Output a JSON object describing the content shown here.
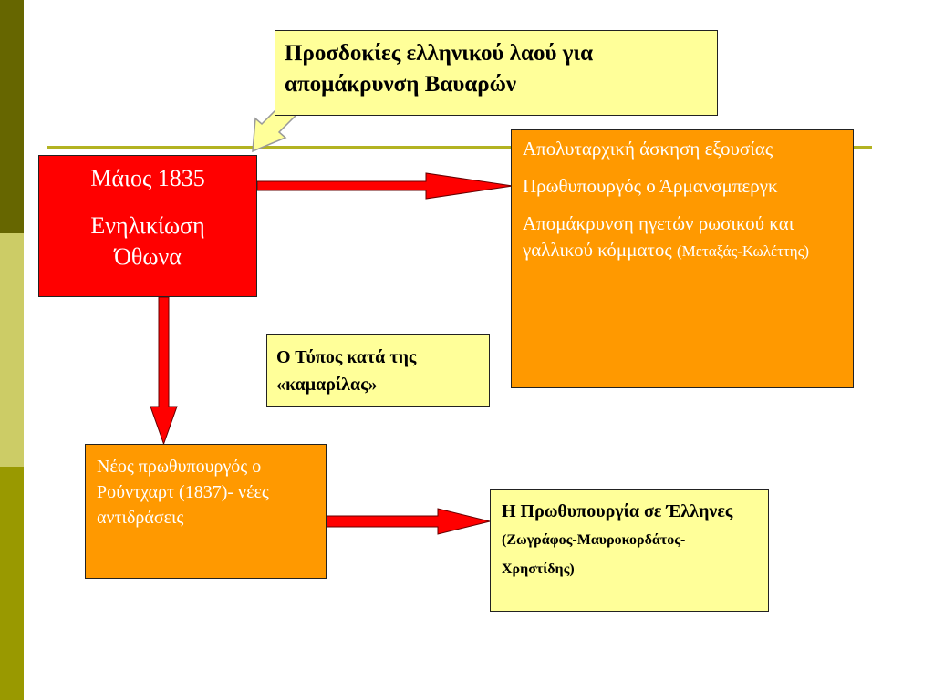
{
  "colors": {
    "band_dark": "#666600",
    "band_light": "#cccc66",
    "band_olive": "#999900",
    "rule": "#b3b322",
    "red": "#ff0000",
    "orange": "#ff9900",
    "pale_yellow": "#ffff99"
  },
  "title": {
    "line1": "Προσδοκίες ελληνικού λαού για",
    "line2": "απομάκρυνση Βαυαρών"
  },
  "may": {
    "date": "Μάιος 1835",
    "line1": "Ενηλικίωση",
    "line2": "Όθωνα"
  },
  "absolutism": {
    "item1": "Απολυταρχική άσκηση εξουσίας",
    "item2": "Πρωθυπουργός ο Άρμανσμπεργκ",
    "item3": "Απομάκρυνση ηγετών ρωσικού και γαλλικού κόμματος",
    "item3_names": "(Μεταξάς-Κωλέττης)"
  },
  "press": {
    "text": "Ο Τύπος κατά της «καμαρίλας»"
  },
  "rudhart": {
    "text": "Νέος πρωθυπουργός ο Ρούντχαρτ (1837)- νέες αντιδράσεις"
  },
  "greek_pm": {
    "text": "Η Πρωθυπουργία σε Έλληνες",
    "names": "(Ζωγράφος-Μαυροκορδάτος-Χρηστίδης)"
  },
  "arrow_icons": [
    "callout-arrow-icon",
    "arrow-right-icon",
    "arrow-down-icon"
  ]
}
